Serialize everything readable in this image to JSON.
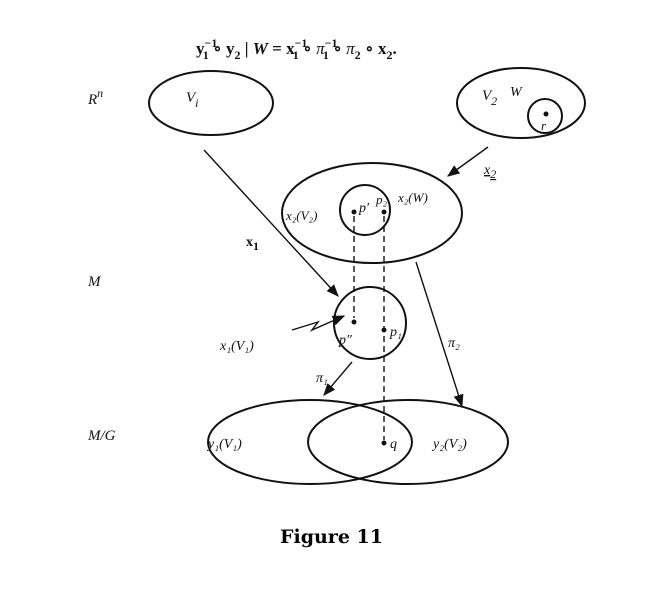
{
  "formula": {
    "y1inv": "y",
    "y1inv_sub": "1",
    "y1inv_sup": "−1",
    "compose1": " ∘ ",
    "y2": "y",
    "y2_sub": "2",
    "bar": " | ",
    "W": "W",
    "eq": " = ",
    "x1inv": "x",
    "x1inv_sub": "1",
    "x1inv_sup": "−1",
    "compose2": " ∘ ",
    "pi1inv": "π",
    "pi1inv_sub": "1",
    "pi1inv_sup": "−1",
    "compose3": " ∘ ",
    "pi2": "π",
    "pi2_sub": "2",
    "compose4": " ∘ ",
    "x2": "x",
    "x2_sub": "2",
    "period": "."
  },
  "rows": {
    "rn_base": "R",
    "rn_sup": "n",
    "m": "M",
    "mg": "M/G"
  },
  "labels": {
    "vi_base": "V",
    "vi_sub": "i",
    "v2_base": "V",
    "v2_sub": "2",
    "w_top": "W",
    "r": "r",
    "x2_arrow": "x",
    "x2_arrow_sub": "2",
    "x2v2": "x₂(V₂)",
    "p_prime": "p′",
    "p2": "p₂",
    "x2w": "x₂(W)",
    "x1_arrow": "x",
    "x1_arrow_sub": "1",
    "p_dprime": "p″",
    "p1": "p₁",
    "x1v1": "x₁(V₁)",
    "pi2_arrow": "π₂",
    "pi1_arrow": "π₁",
    "y1v1": "y₁(V₁)",
    "q": "q",
    "y2v2": "y₂(V₂)"
  },
  "caption": "Figure 11"
}
